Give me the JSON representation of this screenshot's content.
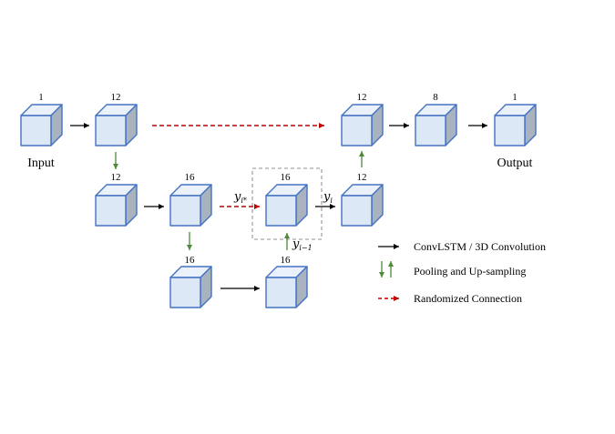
{
  "diagram": {
    "cubes": [
      {
        "id": "c1",
        "channels": "1"
      },
      {
        "id": "c2",
        "channels": "12"
      },
      {
        "id": "c3",
        "channels": "12"
      },
      {
        "id": "c4",
        "channels": "8"
      },
      {
        "id": "c5",
        "channels": "1"
      },
      {
        "id": "c6",
        "channels": "12"
      },
      {
        "id": "c7",
        "channels": "16"
      },
      {
        "id": "c8",
        "channels": "16"
      },
      {
        "id": "c9",
        "channels": "12"
      },
      {
        "id": "c10",
        "channels": "16"
      },
      {
        "id": "c11",
        "channels": "16"
      }
    ],
    "input_label": "Input",
    "output_label": "Output",
    "math_labels": {
      "y_istar_base": "y",
      "y_istar_sub": "i*",
      "y_i_base": "y",
      "y_i_sub": "i",
      "y_im1_base": "y",
      "y_im1_sub": "i−1"
    },
    "legend": [
      {
        "type": "black-arrow",
        "label": "ConvLSTM / 3D Convolution"
      },
      {
        "type": "green-arrows",
        "label": "Pooling and Up-sampling"
      },
      {
        "type": "red-dashed-arrow",
        "label": "Randomized Connection"
      }
    ],
    "colors": {
      "cube_front": "#dce8f6",
      "cube_top": "#eaf1fa",
      "cube_side": "#a9b3c0",
      "cube_stroke": "#4472c4",
      "green": "#4e8a3a",
      "red": "#c00000",
      "box": "#a6a6a6"
    }
  }
}
